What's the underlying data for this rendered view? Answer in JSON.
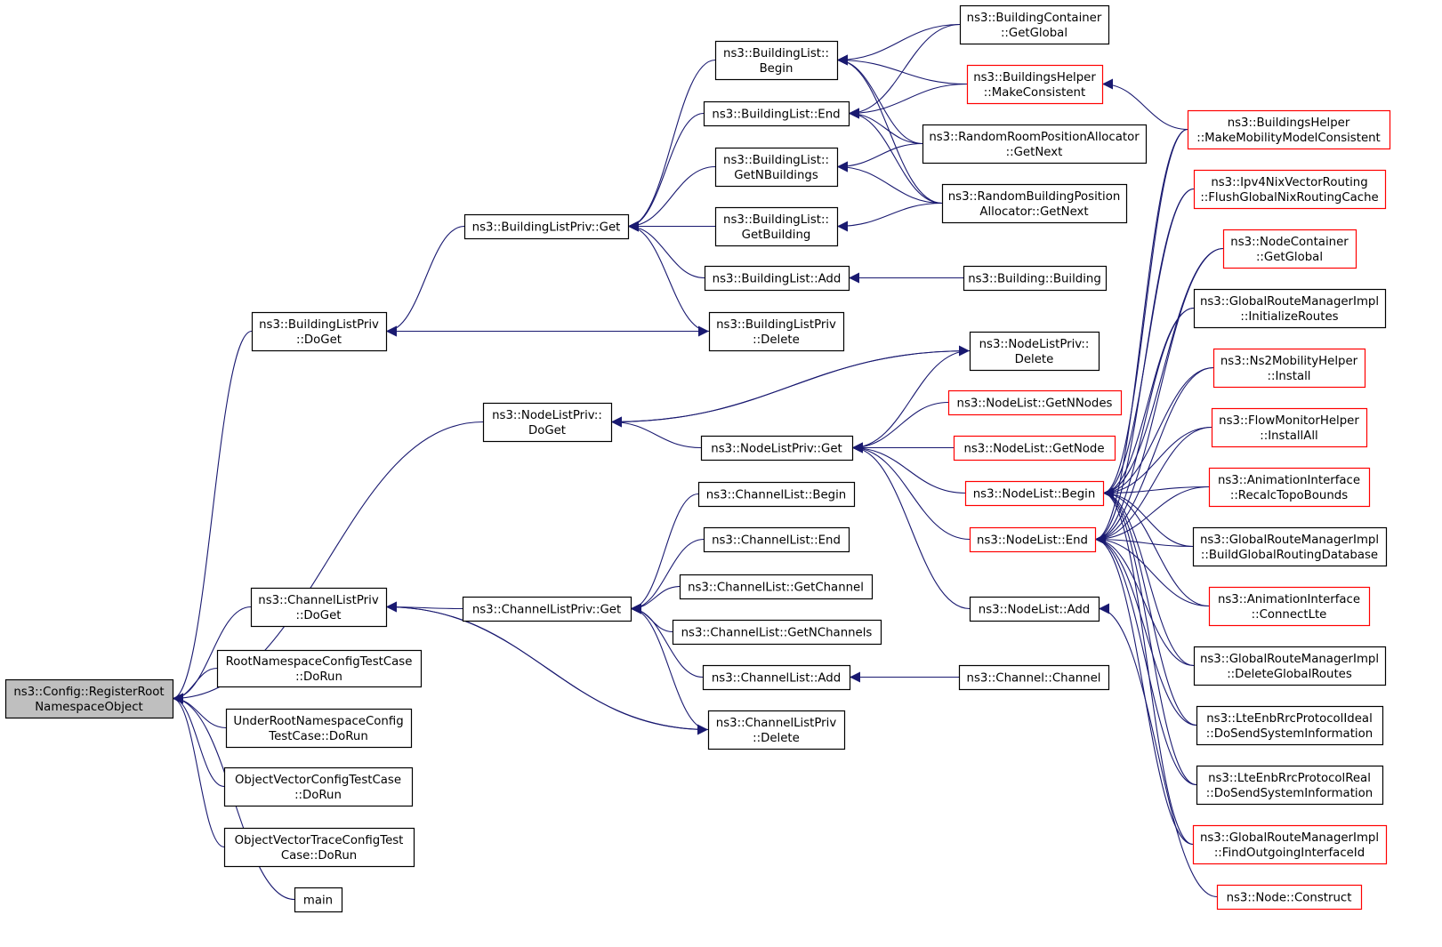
{
  "colors": {
    "edge": "#191970",
    "root_fill": "#bfbfbf",
    "node_fill": "#ffffff",
    "node_border": "#000000",
    "undocumented_border": "#ff0000"
  },
  "nodes": [
    {
      "id": "root",
      "lines": [
        "ns3::Config::RegisterRoot",
        "NamespaceObject"
      ],
      "style": "root"
    },
    {
      "id": "blp_doget",
      "lines": [
        "ns3::BuildingListPriv",
        "::DoGet"
      ],
      "style": "normal"
    },
    {
      "id": "nlp_doget",
      "lines": [
        "ns3::NodeListPriv::",
        "DoGet"
      ],
      "style": "normal"
    },
    {
      "id": "clp_doget",
      "lines": [
        "ns3::ChannelListPriv",
        "::DoGet"
      ],
      "style": "normal"
    },
    {
      "id": "rootns",
      "lines": [
        "RootNamespaceConfigTestCase",
        "::DoRun"
      ],
      "style": "normal"
    },
    {
      "id": "underroot",
      "lines": [
        "UnderRootNamespaceConfig",
        "TestCase::DoRun"
      ],
      "style": "normal"
    },
    {
      "id": "objvec",
      "lines": [
        "ObjectVectorConfigTestCase",
        "::DoRun"
      ],
      "style": "normal"
    },
    {
      "id": "objvectrace",
      "lines": [
        "ObjectVectorTraceConfigTest",
        "Case::DoRun"
      ],
      "style": "normal"
    },
    {
      "id": "main",
      "lines": [
        "main"
      ],
      "style": "normal"
    },
    {
      "id": "blp_get",
      "lines": [
        "ns3::BuildingListPriv::Get"
      ],
      "style": "normal"
    },
    {
      "id": "bl_begin",
      "lines": [
        "ns3::BuildingList::",
        "Begin"
      ],
      "style": "normal"
    },
    {
      "id": "bl_end",
      "lines": [
        "ns3::BuildingList::End"
      ],
      "style": "normal"
    },
    {
      "id": "bl_getn",
      "lines": [
        "ns3::BuildingList::",
        "GetNBuildings"
      ],
      "style": "normal"
    },
    {
      "id": "bl_getb",
      "lines": [
        "ns3::BuildingList::",
        "GetBuilding"
      ],
      "style": "normal"
    },
    {
      "id": "bl_add",
      "lines": [
        "ns3::BuildingList::Add"
      ],
      "style": "normal"
    },
    {
      "id": "blp_delete",
      "lines": [
        "ns3::BuildingListPriv",
        "::Delete"
      ],
      "style": "normal"
    },
    {
      "id": "bc_getglobal",
      "lines": [
        "ns3::BuildingContainer",
        "::GetGlobal"
      ],
      "style": "normal"
    },
    {
      "id": "bh_makecons",
      "lines": [
        "ns3::BuildingsHelper",
        "::MakeConsistent"
      ],
      "style": "red"
    },
    {
      "id": "rrpa_getnext",
      "lines": [
        "ns3::RandomRoomPositionAllocator",
        "::GetNext"
      ],
      "style": "normal"
    },
    {
      "id": "rbpa_getnext",
      "lines": [
        "ns3::RandomBuildingPosition",
        "Allocator::GetNext"
      ],
      "style": "normal"
    },
    {
      "id": "building",
      "lines": [
        "ns3::Building::Building"
      ],
      "style": "normal"
    },
    {
      "id": "bh_mobility",
      "lines": [
        "ns3::BuildingsHelper",
        "::MakeMobilityModelConsistent"
      ],
      "style": "red"
    },
    {
      "id": "nlp_delete",
      "lines": [
        "ns3::NodeListPriv::",
        "Delete"
      ],
      "style": "normal"
    },
    {
      "id": "nlp_get",
      "lines": [
        "ns3::NodeListPriv::Get"
      ],
      "style": "normal"
    },
    {
      "id": "nl_getnn",
      "lines": [
        "ns3::NodeList::GetNNodes"
      ],
      "style": "red"
    },
    {
      "id": "nl_getnode",
      "lines": [
        "ns3::NodeList::GetNode"
      ],
      "style": "red"
    },
    {
      "id": "nl_begin",
      "lines": [
        "ns3::NodeList::Begin"
      ],
      "style": "red"
    },
    {
      "id": "nl_end",
      "lines": [
        "ns3::NodeList::End"
      ],
      "style": "red"
    },
    {
      "id": "nl_add",
      "lines": [
        "ns3::NodeList::Add"
      ],
      "style": "normal"
    },
    {
      "id": "clp_get",
      "lines": [
        "ns3::ChannelListPriv::Get"
      ],
      "style": "normal"
    },
    {
      "id": "cl_begin",
      "lines": [
        "ns3::ChannelList::Begin"
      ],
      "style": "normal"
    },
    {
      "id": "cl_end",
      "lines": [
        "ns3::ChannelList::End"
      ],
      "style": "normal"
    },
    {
      "id": "cl_getch",
      "lines": [
        "ns3::ChannelList::GetChannel"
      ],
      "style": "normal"
    },
    {
      "id": "cl_getn",
      "lines": [
        "ns3::ChannelList::GetNChannels"
      ],
      "style": "normal"
    },
    {
      "id": "cl_add",
      "lines": [
        "ns3::ChannelList::Add"
      ],
      "style": "normal"
    },
    {
      "id": "clp_delete",
      "lines": [
        "ns3::ChannelListPriv",
        "::Delete"
      ],
      "style": "normal"
    },
    {
      "id": "channel",
      "lines": [
        "ns3::Channel::Channel"
      ],
      "style": "normal"
    },
    {
      "id": "ipv4nix",
      "lines": [
        "ns3::Ipv4NixVectorRouting",
        "::FlushGlobalNixRoutingCache"
      ],
      "style": "red"
    },
    {
      "id": "nc_getglobal",
      "lines": [
        "ns3::NodeContainer",
        "::GetGlobal"
      ],
      "style": "red"
    },
    {
      "id": "grm_init",
      "lines": [
        "ns3::GlobalRouteManagerImpl",
        "::InitializeRoutes"
      ],
      "style": "normal"
    },
    {
      "id": "ns2_install",
      "lines": [
        "ns3::Ns2MobilityHelper",
        "::Install"
      ],
      "style": "red"
    },
    {
      "id": "fm_installall",
      "lines": [
        "ns3::FlowMonitorHelper",
        "::InstallAll"
      ],
      "style": "red"
    },
    {
      "id": "anim_recalc",
      "lines": [
        "ns3::AnimationInterface",
        "::RecalcTopoBounds"
      ],
      "style": "red"
    },
    {
      "id": "grm_build",
      "lines": [
        "ns3::GlobalRouteManagerImpl",
        "::BuildGlobalRoutingDatabase"
      ],
      "style": "normal"
    },
    {
      "id": "anim_lte",
      "lines": [
        "ns3::AnimationInterface",
        "::ConnectLte"
      ],
      "style": "red"
    },
    {
      "id": "grm_delete",
      "lines": [
        "ns3::GlobalRouteManagerImpl",
        "::DeleteGlobalRoutes"
      ],
      "style": "normal"
    },
    {
      "id": "lte_ideal",
      "lines": [
        "ns3::LteEnbRrcProtocolIdeal",
        "::DoSendSystemInformation"
      ],
      "style": "normal"
    },
    {
      "id": "lte_real",
      "lines": [
        "ns3::LteEnbRrcProtocolReal",
        "::DoSendSystemInformation"
      ],
      "style": "normal"
    },
    {
      "id": "grm_find",
      "lines": [
        "ns3::GlobalRouteManagerImpl",
        "::FindOutgoingInterfaceId"
      ],
      "style": "red"
    },
    {
      "id": "node_construct",
      "lines": [
        "ns3::Node::Construct"
      ],
      "style": "red"
    }
  ],
  "edges": [
    {
      "from": "blp_doget",
      "to": "root"
    },
    {
      "from": "nlp_doget",
      "to": "root"
    },
    {
      "from": "clp_doget",
      "to": "root"
    },
    {
      "from": "rootns",
      "to": "root"
    },
    {
      "from": "underroot",
      "to": "root"
    },
    {
      "from": "objvec",
      "to": "root"
    },
    {
      "from": "objvectrace",
      "to": "root"
    },
    {
      "from": "main",
      "to": "root"
    },
    {
      "from": "blp_get",
      "to": "blp_doget"
    },
    {
      "from": "blp_delete",
      "to": "blp_doget"
    },
    {
      "from": "blp_doget",
      "to": "blp_delete"
    },
    {
      "from": "bl_begin",
      "to": "blp_get"
    },
    {
      "from": "bl_end",
      "to": "blp_get"
    },
    {
      "from": "bl_getn",
      "to": "blp_get"
    },
    {
      "from": "bl_getb",
      "to": "blp_get"
    },
    {
      "from": "bl_add",
      "to": "blp_get"
    },
    {
      "from": "blp_delete",
      "to": "blp_get"
    },
    {
      "from": "bc_getglobal",
      "to": "bl_begin"
    },
    {
      "from": "bh_makecons",
      "to": "bl_begin"
    },
    {
      "from": "rrpa_getnext",
      "to": "bl_begin"
    },
    {
      "from": "rbpa_getnext",
      "to": "bl_begin"
    },
    {
      "from": "bc_getglobal",
      "to": "bl_end"
    },
    {
      "from": "bh_makecons",
      "to": "bl_end"
    },
    {
      "from": "rrpa_getnext",
      "to": "bl_end"
    },
    {
      "from": "rbpa_getnext",
      "to": "bl_end"
    },
    {
      "from": "rrpa_getnext",
      "to": "bl_getn"
    },
    {
      "from": "rbpa_getnext",
      "to": "bl_getn"
    },
    {
      "from": "rbpa_getnext",
      "to": "bl_getb"
    },
    {
      "from": "building",
      "to": "bl_add"
    },
    {
      "from": "bh_mobility",
      "to": "bh_makecons"
    },
    {
      "from": "nlp_delete",
      "to": "nlp_doget"
    },
    {
      "from": "nlp_doget",
      "to": "nlp_delete"
    },
    {
      "from": "nlp_get",
      "to": "nlp_doget"
    },
    {
      "from": "nlp_delete",
      "to": "nlp_get"
    },
    {
      "from": "nl_getnn",
      "to": "nlp_get"
    },
    {
      "from": "nl_getnode",
      "to": "nlp_get"
    },
    {
      "from": "nl_begin",
      "to": "nlp_get"
    },
    {
      "from": "nl_end",
      "to": "nlp_get"
    },
    {
      "from": "nl_add",
      "to": "nlp_get"
    },
    {
      "from": "clp_get",
      "to": "clp_doget"
    },
    {
      "from": "clp_delete",
      "to": "clp_doget"
    },
    {
      "from": "clp_doget",
      "to": "clp_delete"
    },
    {
      "from": "cl_begin",
      "to": "clp_get"
    },
    {
      "from": "cl_end",
      "to": "clp_get"
    },
    {
      "from": "cl_getch",
      "to": "clp_get"
    },
    {
      "from": "cl_getn",
      "to": "clp_get"
    },
    {
      "from": "cl_add",
      "to": "clp_get"
    },
    {
      "from": "clp_delete",
      "to": "clp_get"
    },
    {
      "from": "channel",
      "to": "cl_add"
    },
    {
      "from": "bh_mobility",
      "to": "nl_begin"
    },
    {
      "from": "ipv4nix",
      "to": "nl_begin"
    },
    {
      "from": "nc_getglobal",
      "to": "nl_begin"
    },
    {
      "from": "grm_init",
      "to": "nl_begin"
    },
    {
      "from": "ns2_install",
      "to": "nl_begin"
    },
    {
      "from": "fm_installall",
      "to": "nl_begin"
    },
    {
      "from": "anim_recalc",
      "to": "nl_begin"
    },
    {
      "from": "grm_build",
      "to": "nl_begin"
    },
    {
      "from": "anim_lte",
      "to": "nl_begin"
    },
    {
      "from": "grm_delete",
      "to": "nl_begin"
    },
    {
      "from": "lte_ideal",
      "to": "nl_begin"
    },
    {
      "from": "lte_real",
      "to": "nl_begin"
    },
    {
      "from": "grm_find",
      "to": "nl_begin"
    },
    {
      "from": "bh_mobility",
      "to": "nl_end"
    },
    {
      "from": "ipv4nix",
      "to": "nl_end"
    },
    {
      "from": "nc_getglobal",
      "to": "nl_end"
    },
    {
      "from": "grm_init",
      "to": "nl_end"
    },
    {
      "from": "ns2_install",
      "to": "nl_end"
    },
    {
      "from": "fm_installall",
      "to": "nl_end"
    },
    {
      "from": "anim_recalc",
      "to": "nl_end"
    },
    {
      "from": "grm_build",
      "to": "nl_end"
    },
    {
      "from": "anim_lte",
      "to": "nl_end"
    },
    {
      "from": "grm_delete",
      "to": "nl_end"
    },
    {
      "from": "lte_ideal",
      "to": "nl_end"
    },
    {
      "from": "lte_real",
      "to": "nl_end"
    },
    {
      "from": "grm_find",
      "to": "nl_end"
    },
    {
      "from": "node_construct",
      "to": "nl_add"
    }
  ]
}
